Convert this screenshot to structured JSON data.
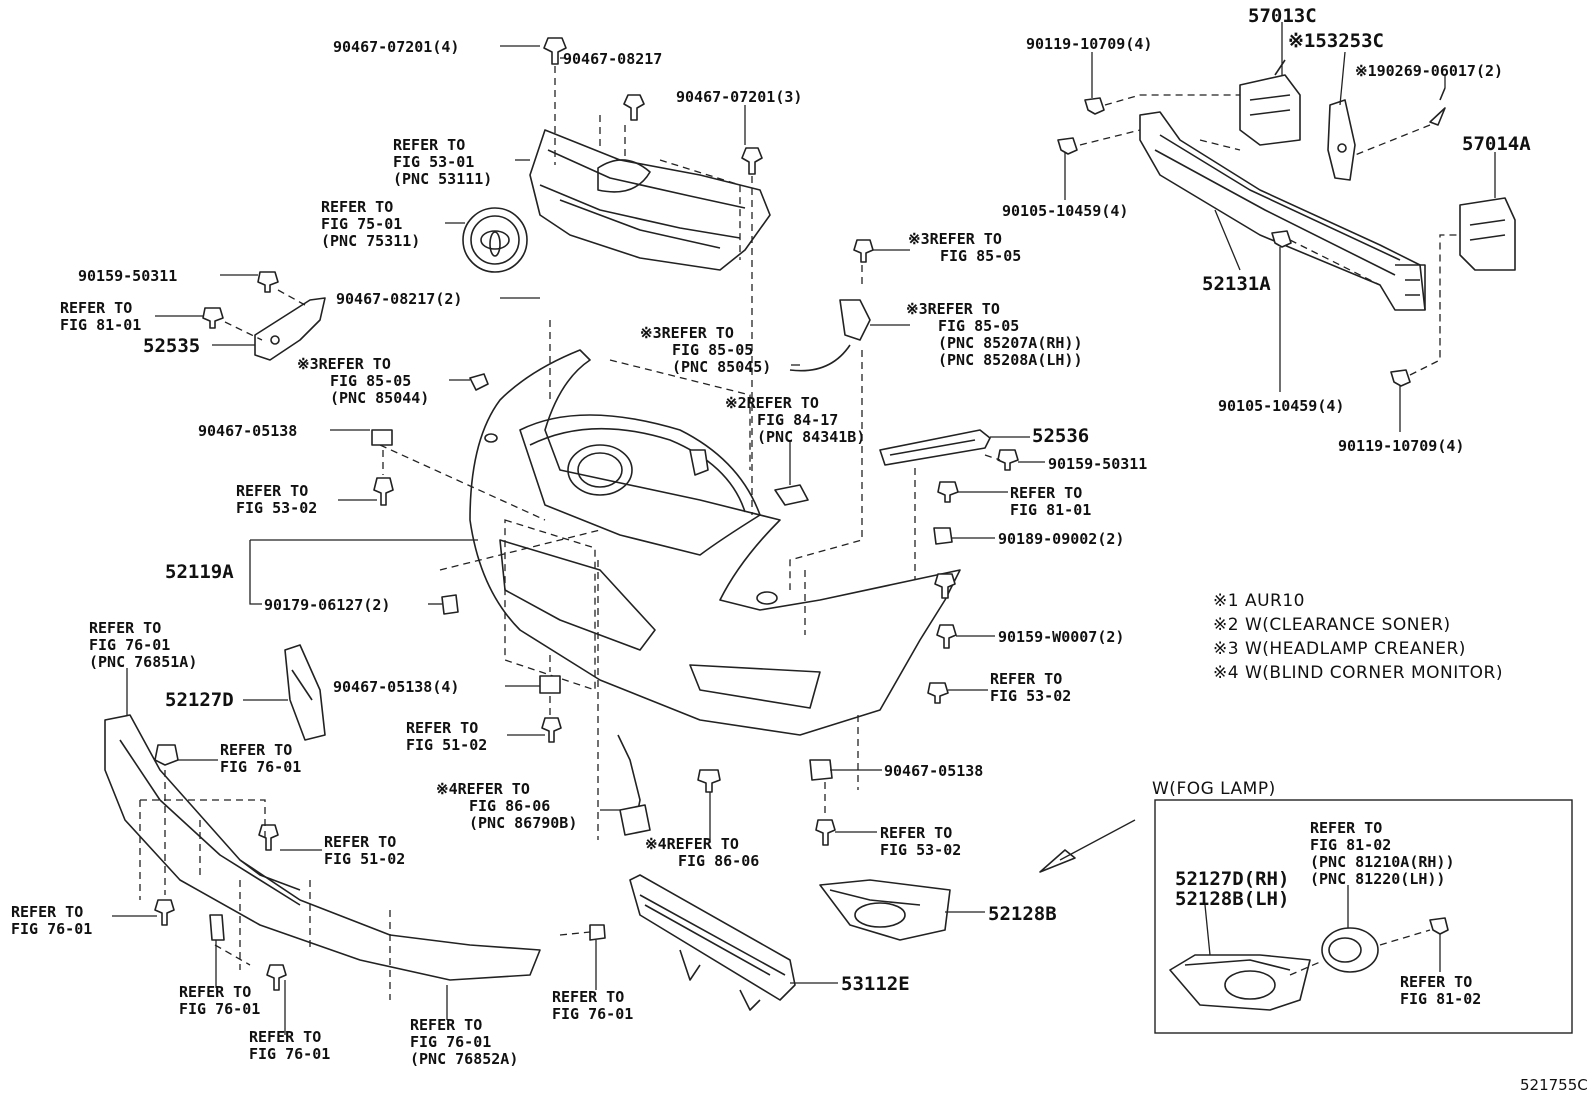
{
  "diagram": {
    "figure_code": "521755C",
    "notes": [
      "※1 AUR10",
      "※2 W(CLEARANCE SONER)",
      "※3 W(HEADLAMP CREANER)",
      "※4 W(BLIND CORNER MONITOR)"
    ],
    "inset_title": "W(FOG LAMP)",
    "part_numbers": {
      "p57013C": "57013C",
      "p53253C": "※153253C",
      "p57014A": "57014A",
      "p52131A": "52131A",
      "p52535": "52535",
      "p52536": "52536",
      "p52119A": "52119A",
      "p52127D": "52127D",
      "p52128B": "52128B",
      "p53112E": "53112E",
      "inset_52127D": "52127D(RH)",
      "inset_52128B": "52128B(LH)"
    },
    "callouts": {
      "c1": "90467-07201(4)",
      "c2": "90467-08217",
      "c3": "90467-07201(3)",
      "c4": [
        "REFER TO",
        "FIG 53-01",
        "(PNC 53111)"
      ],
      "c5": [
        "REFER TO",
        "FIG 75-01",
        "(PNC 75311)"
      ],
      "c6": "90159-50311",
      "c7": [
        "REFER TO",
        "FIG 81-01"
      ],
      "c8": "90467-08217(2)",
      "c9": [
        "※3REFER TO",
        "FIG 85-05",
        "(PNC 85044)"
      ],
      "c10": "90467-05138",
      "c11": [
        "REFER TO",
        "FIG 53-02"
      ],
      "c12": "90179-06127(2)",
      "c13": [
        "REFER TO",
        "FIG 76-01",
        "(PNC 76851A)"
      ],
      "c14": "90467-05138(4)",
      "c15": [
        "REFER TO",
        "FIG 51-02"
      ],
      "c16": [
        "REFER TO",
        "FIG 76-01"
      ],
      "c17": [
        "REFER TO",
        "FIG 51-02"
      ],
      "c18": [
        "REFER TO",
        "FIG 76-01"
      ],
      "c19": [
        "REFER TO",
        "FIG 76-01"
      ],
      "c20": [
        "REFER TO",
        "FIG 76-01"
      ],
      "c21": [
        "REFER TO",
        "FIG 76-01",
        "(PNC 76852A)"
      ],
      "c22": [
        "REFER TO",
        "FIG 76-01"
      ],
      "c23": [
        "※4REFER TO",
        "FIG 86-06",
        "(PNC 86790B)"
      ],
      "c24": [
        "※4REFER TO",
        "FIG 86-06"
      ],
      "c25": [
        "※3REFER TO",
        "FIG 85-05",
        "(PNC 85045)"
      ],
      "c26": [
        "※2REFER TO",
        "FIG 84-17",
        "(PNC 84341B)"
      ],
      "c27": [
        "※3REFER TO",
        "FIG 85-05"
      ],
      "c28": [
        "※3REFER TO",
        "FIG 85-05",
        "(PNC 85207A(RH))",
        "(PNC 85208A(LH))"
      ],
      "c29": "90159-50311",
      "c30": [
        "REFER TO",
        "FIG 81-01"
      ],
      "c31": "90189-09002(2)",
      "c32": "90159-W0007(2)",
      "c33": [
        "REFER TO",
        "FIG 53-02"
      ],
      "c34": "90467-05138",
      "c35": [
        "REFER TO",
        "FIG 53-02"
      ],
      "c36": "90119-10709(4)",
      "c37": "※190269-06017(2)",
      "c38": "90105-10459(4)",
      "c39": "90105-10459(4)",
      "c40": "90119-10709(4)",
      "c41": [
        "REFER TO",
        "FIG 81-02",
        "(PNC 81210A(RH))",
        "(PNC 81220(LH))"
      ],
      "c42": [
        "REFER TO",
        "FIG 81-02"
      ]
    }
  }
}
